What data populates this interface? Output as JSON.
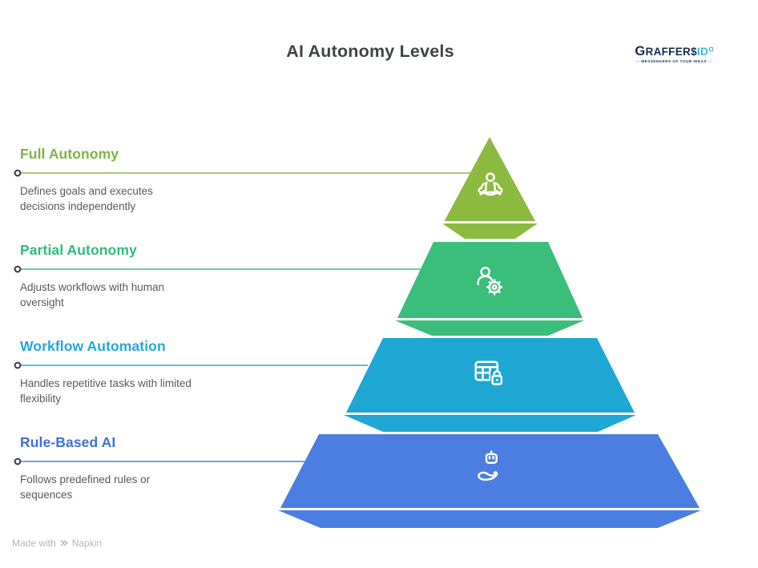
{
  "page_title": "AI Autonomy Levels",
  "logo": {
    "brand_primary": "Graffers",
    "brand_accent": "ID",
    "tagline_dash": "—",
    "tagline": "MESSENGERS OF YOUR IDEAS",
    "primary_color": "#1A2A4F",
    "accent_color": "#33BADB"
  },
  "connector": {
    "dot_stroke": "#3B3B3B",
    "dot_fill": "#FFFFFF"
  },
  "levels": [
    {
      "title": "Full Autonomy",
      "desc_lines": [
        "Defines goals and executes",
        "decisions independently"
      ],
      "color": "#8CBA3E",
      "heading_color": "#7CB53F",
      "icon": "meditation-person-icon"
    },
    {
      "title": "Partial Autonomy",
      "desc_lines": [
        "Adjusts workflows with human",
        "oversight"
      ],
      "color": "#3BBD7B",
      "heading_color": "#2CBD7E",
      "icon": "user-with-gear-icon"
    },
    {
      "title": "Workflow Automation",
      "desc_lines": [
        "Handles repetitive tasks with limited",
        "flexibility"
      ],
      "color": "#1FA7D4",
      "heading_color": "#25A8DA",
      "icon": "table-lock-icon"
    },
    {
      "title": "Rule-Based AI",
      "desc_lines": [
        "Follows predefined rules or",
        "sequences"
      ],
      "color": "#4B7EE0",
      "heading_color": "#3E70D8",
      "icon": "hand-holding-robot-icon"
    }
  ],
  "footer": {
    "made_with": "Made with",
    "brand": "Napkin"
  }
}
